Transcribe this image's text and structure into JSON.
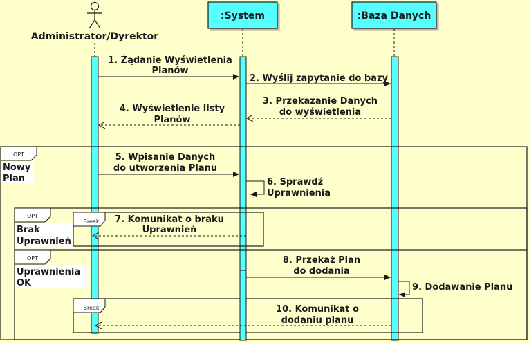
{
  "diagram": {
    "participants": {
      "actor": "Administrator/Dyrektor",
      "system": ":System",
      "db": ":Baza Danych"
    },
    "messages": {
      "m1": [
        "1. Żądanie Wyświetlenia",
        "Planów"
      ],
      "m2": [
        "2. Wyślij zapytanie do bazy"
      ],
      "m3": [
        "3. Przekazanie Danych",
        "do wyświetlenia"
      ],
      "m4": [
        "4. Wyświetlenie listy",
        "Planów"
      ],
      "m5": [
        "5. Wpisanie Danych",
        "do utworzenia Planu"
      ],
      "m6": [
        "6. Sprawdź",
        "Uprawnienia"
      ],
      "m7": [
        "7. Komunikat o braku",
        "Uprawnień"
      ],
      "m8": [
        "8. Przekaż Plan",
        "do dodania"
      ],
      "m9": [
        "9. Dodawanie Planu"
      ],
      "m10": [
        "10. Komunikat o",
        "dodaniu planu"
      ]
    },
    "fragments": {
      "opt_outer": {
        "tag": "OPT",
        "guard": [
          "Nowy",
          "Plan"
        ]
      },
      "opt_brak": {
        "tag": "OPT",
        "guard": [
          "Brak",
          "Uprawnień"
        ]
      },
      "break_brak": {
        "tag": "Break"
      },
      "opt_ok": {
        "tag": "OPT",
        "guard": [
          "Uprawnienia",
          "OK"
        ]
      },
      "break_ok": {
        "tag": "Break"
      }
    },
    "colors": {
      "background": "#ffffcc",
      "head_fill": "#55ffff",
      "activation_fill": "#55ffff",
      "line": "#1a1a1a"
    }
  }
}
